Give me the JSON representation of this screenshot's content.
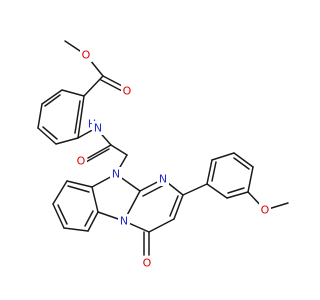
{
  "colors": {
    "bond": "#1a1a1a",
    "oxygen": "#e00000",
    "nitrogen": "#1f2bd0"
  },
  "atom_labels": {
    "o_ester_single": "O",
    "o_ester_carbonyl": "O",
    "nh_amide": "H",
    "n_amide": "N",
    "o_amide": "O",
    "n_ring_top": "N",
    "n_ring_right": "N",
    "n_ring_bridge": "N",
    "o_ring_ketone": "O",
    "o_methoxy": "O"
  }
}
